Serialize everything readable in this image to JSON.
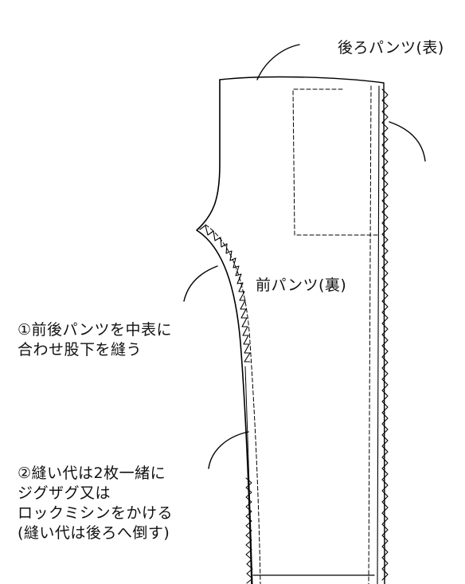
{
  "labels": {
    "back_pants": "後ろパンツ(表)",
    "front_pants": "前パンツ(裏)",
    "step1_line1": "①前後パンツを中表に",
    "step1_line2": "合わせ股下を縫う",
    "step2_line1": "②縫い代は2枚一緒に",
    "step2_line2": "ジグザグ又は",
    "step2_line3": "ロックミシンをかける",
    "step2_line4": "(縫い代は後ろへ倒す)"
  }
}
